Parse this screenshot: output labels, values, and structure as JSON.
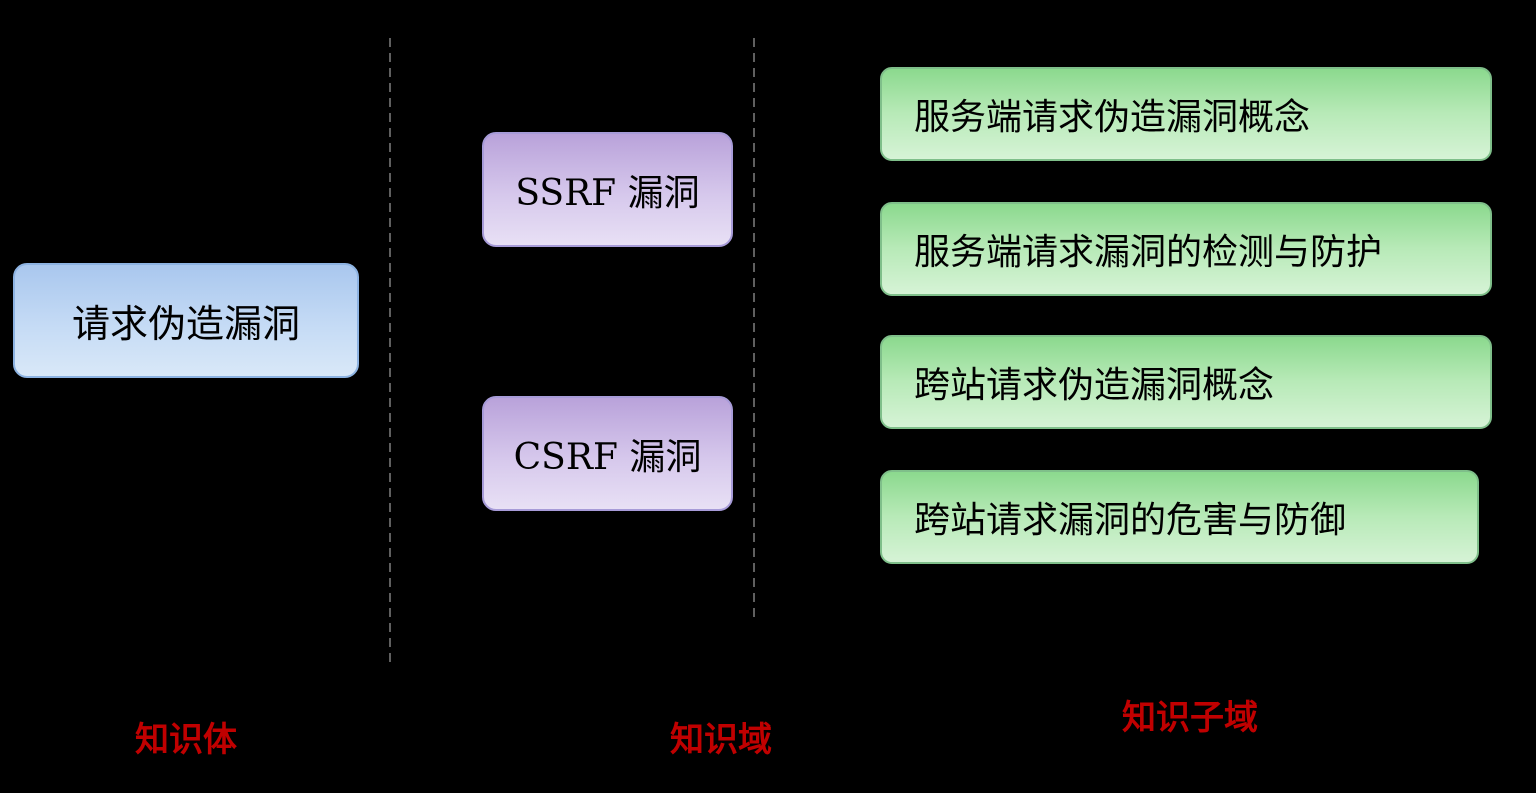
{
  "root": {
    "label": "请求伪造漏洞"
  },
  "domains": [
    {
      "label": "SSRF 漏洞"
    },
    {
      "label": "CSRF 漏洞"
    }
  ],
  "subdomains": [
    {
      "label": "服务端请求伪造漏洞概念"
    },
    {
      "label": "服务端请求漏洞的检测与防护"
    },
    {
      "label": "跨站请求伪造漏洞概念"
    },
    {
      "label": "跨站请求漏洞的危害与防御"
    }
  ],
  "captions": {
    "body": "知识体",
    "domain": "知识域",
    "subdomain": "知识子域"
  },
  "colors": {
    "background": "#000000",
    "root_fill": "#b8d1f1",
    "domain_fill": "#cdbde6",
    "subdomain_fill": "#aee5ae",
    "caption_text": "#c00000",
    "divider": "#7f7f7f"
  }
}
